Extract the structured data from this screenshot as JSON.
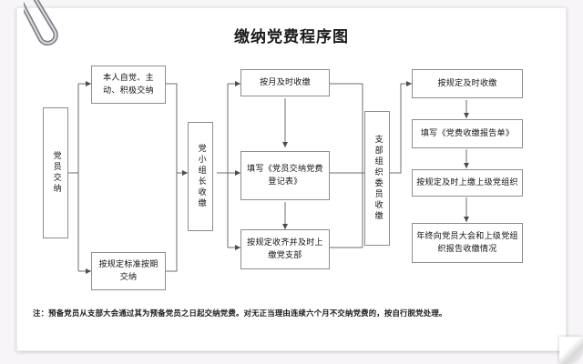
{
  "document": {
    "title": "缴纳党费程序图",
    "paperclip_icon": "paperclip-icon",
    "note": "注：预备党员从支部大会通过其为预备党员之日起交纳党费。对无正当理由连续六个月不交纳党费的，按自行脱党处理。"
  },
  "chart_data": {
    "type": "diagram",
    "title": "缴纳党费程序图",
    "orientation": "left-to-right",
    "nodes": [
      {
        "id": "n1",
        "label": "党员交纳",
        "orientation": "vertical",
        "column": 1
      },
      {
        "id": "n2",
        "label": "本人自觉、主动、积极交纳",
        "orientation": "horizontal",
        "column": 2
      },
      {
        "id": "n3",
        "label": "按规定标准按期交纳",
        "orientation": "horizontal",
        "column": 2
      },
      {
        "id": "n4",
        "label": "党小组长收缴",
        "orientation": "vertical",
        "column": 3
      },
      {
        "id": "n5",
        "label": "按月及时收缴",
        "orientation": "horizontal",
        "column": 4
      },
      {
        "id": "n6",
        "label": "填写《党员交纳党费登记表》",
        "orientation": "horizontal",
        "column": 4
      },
      {
        "id": "n7",
        "label": "按规定收齐并及时上缴党支部",
        "orientation": "horizontal",
        "column": 4
      },
      {
        "id": "n8",
        "label": "支部组织委员收缴",
        "orientation": "vertical",
        "column": 5
      },
      {
        "id": "n9",
        "label": "按规定及时收缴",
        "orientation": "horizontal",
        "column": 6
      },
      {
        "id": "n10",
        "label": "填写《党费收缴报告单》",
        "orientation": "horizontal",
        "column": 6
      },
      {
        "id": "n11",
        "label": "按规定及时上缴上级党组织",
        "orientation": "horizontal",
        "column": 6
      },
      {
        "id": "n12",
        "label": "年终向党员大会和上级党组织报告收缴情况",
        "orientation": "horizontal",
        "column": 6
      }
    ],
    "edges": [
      {
        "from": "n1",
        "to": "n2"
      },
      {
        "from": "n1",
        "to": "n3"
      },
      {
        "from": "n2",
        "to": "n4"
      },
      {
        "from": "n3",
        "to": "n4"
      },
      {
        "from": "n4",
        "to": "n5"
      },
      {
        "from": "n4",
        "to": "n6"
      },
      {
        "from": "n4",
        "to": "n7"
      },
      {
        "from": "n5",
        "to": "n6"
      },
      {
        "from": "n6",
        "to": "n7"
      },
      {
        "from": "n5",
        "to": "n8"
      },
      {
        "from": "n6",
        "to": "n8"
      },
      {
        "from": "n7",
        "to": "n8"
      },
      {
        "from": "n8",
        "to": "n9"
      },
      {
        "from": "n9",
        "to": "n10"
      },
      {
        "from": "n10",
        "to": "n11"
      },
      {
        "from": "n11",
        "to": "n12"
      }
    ],
    "colors": {
      "box_border": "#8d8d8d",
      "box_fill": "#ffffff",
      "connector": "#5a5a5a",
      "text": "#111111",
      "page": "#ffffff",
      "backdrop": "#f7f5f7"
    }
  }
}
